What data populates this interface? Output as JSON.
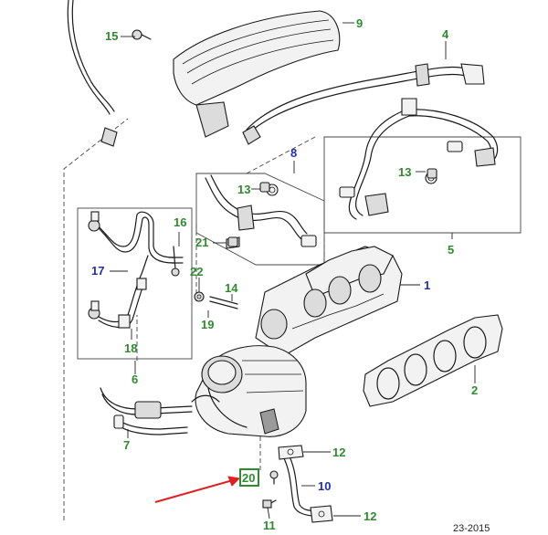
{
  "colors": {
    "green_label": "#2e8b2e",
    "blue_label": "#1f2fb8",
    "arrow": "#e02020",
    "highlight_box": "#2e8b2e"
  },
  "callouts": {
    "c1": "1",
    "c2": "2",
    "c4": "4",
    "c5": "5",
    "c6": "6",
    "c7": "7",
    "c8": "8",
    "c9": "9",
    "c10": "10",
    "c11": "11",
    "c12a": "12",
    "c12b": "12",
    "c13a": "13",
    "c13b": "13",
    "c14": "14",
    "c15": "15",
    "c16": "16",
    "c17": "17",
    "c18": "18",
    "c19": "19",
    "c20": "20",
    "c21": "21",
    "c22": "22"
  },
  "reference": "23-2015"
}
